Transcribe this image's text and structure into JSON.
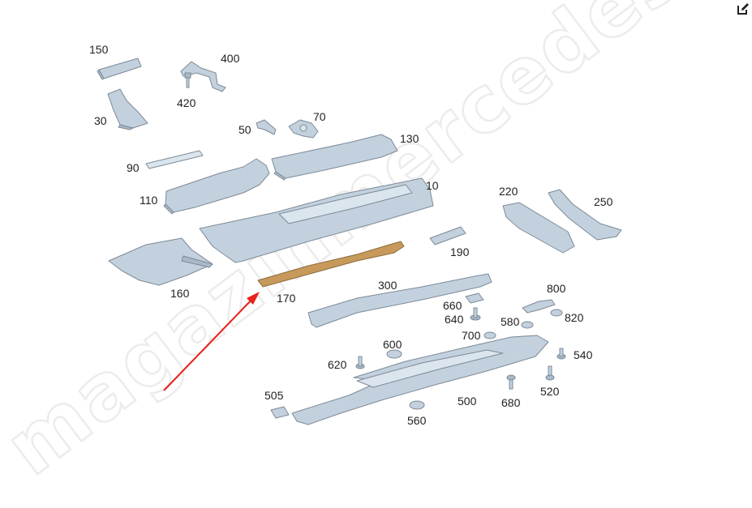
{
  "watermark": {
    "text": "magazinmercedes.ru"
  },
  "toolbar": {
    "edit_icon": "edit-icon"
  },
  "highlight": {
    "part": "170",
    "arrow_color": "#e8211b",
    "part_color": "#c79a5c"
  },
  "colors": {
    "part_fill": "#c3d1de",
    "part_stroke": "#7d8a97"
  },
  "callouts": {
    "c150": "150",
    "c400": "400",
    "c420": "420",
    "c30": "30",
    "c50": "50",
    "c70": "70",
    "c130": "130",
    "c90": "90",
    "c110": "110",
    "c10": "10",
    "c220": "220",
    "c250": "250",
    "c190": "190",
    "c160": "160",
    "c170": "170",
    "c300": "300",
    "c800": "800",
    "c660": "660",
    "c640": "640",
    "c820": "820",
    "c580": "580",
    "c700": "700",
    "c540": "540",
    "c620": "620",
    "c600": "600",
    "c505": "505",
    "c500": "500",
    "c680": "680",
    "c520": "520",
    "c560": "560"
  }
}
